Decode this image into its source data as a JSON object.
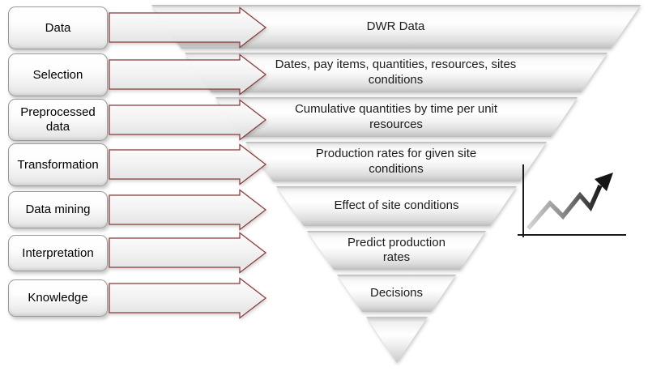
{
  "process": {
    "steps": [
      {
        "label": "Data"
      },
      {
        "label": "Selection"
      },
      {
        "label": "Preprocessed data"
      },
      {
        "label": "Transformation"
      },
      {
        "label": "Data mining"
      },
      {
        "label": "Interpretation"
      },
      {
        "label": "Knowledge"
      }
    ]
  },
  "funnel": {
    "levels": [
      {
        "text": "DWR Data"
      },
      {
        "text": "Dates, pay items, quantities, resources, sites conditions"
      },
      {
        "text": "Cumulative quantities by time per unit resources"
      },
      {
        "text": "Production rates for given site conditions"
      },
      {
        "text": "Effect of site conditions"
      },
      {
        "text": "Predict production rates"
      },
      {
        "text": "Decisions"
      }
    ]
  },
  "icons": {
    "trend_chart": "trend-line-chart-with-up-arrow",
    "step_arrows": "right-arrow"
  },
  "colors": {
    "arrow_outline": "#873a38",
    "band_gradient_gray": "#c6c6c6",
    "axis_black": "#1a1a1a",
    "text": "#1c1c1c",
    "background": "#ffffff"
  }
}
